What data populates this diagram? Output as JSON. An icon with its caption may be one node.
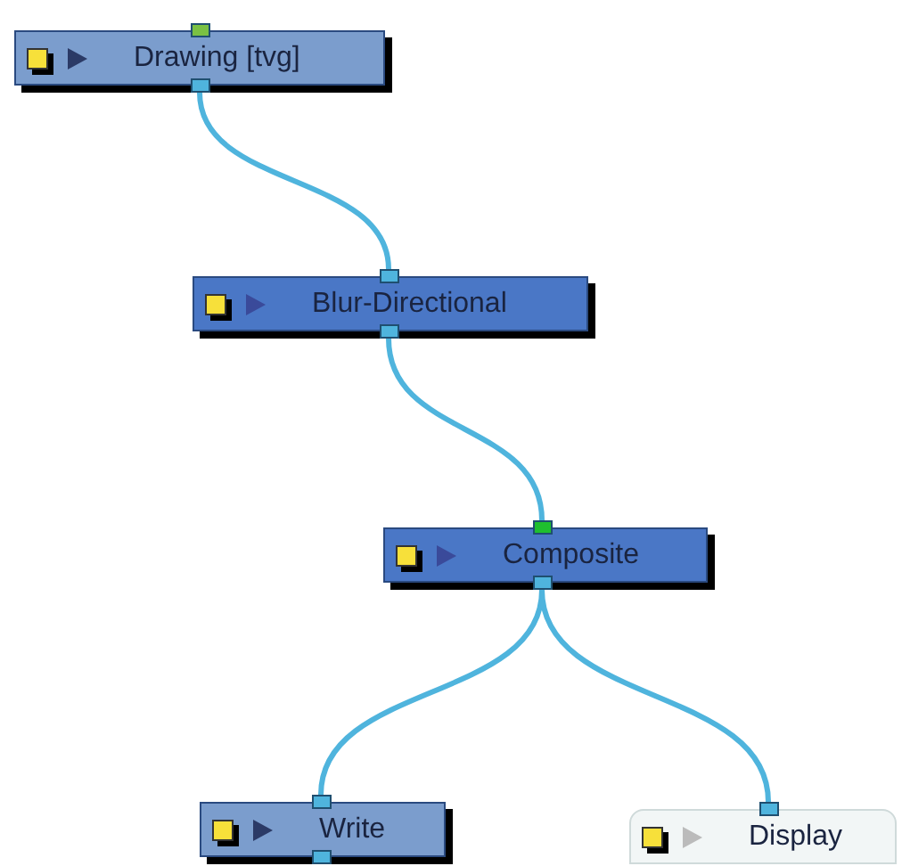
{
  "diagram": {
    "nodes": [
      {
        "text": [
          "Drawing  [tvg]"
        ]
      },
      {
        "text": [
          "Blur-Directional"
        ]
      },
      {
        "text": [
          "Composite"
        ]
      },
      {
        "text": [
          "Write"
        ]
      },
      {
        "text": [
          "Display"
        ]
      }
    ],
    "edges": [
      {
        "from": 0,
        "to": 1,
        "arrow": "none"
      },
      {
        "from": 1,
        "to": 2,
        "arrow": "none"
      },
      {
        "from": 2,
        "to": 3,
        "arrow": "none"
      },
      {
        "from": 2,
        "to": 4,
        "arrow": "none"
      }
    ]
  }
}
